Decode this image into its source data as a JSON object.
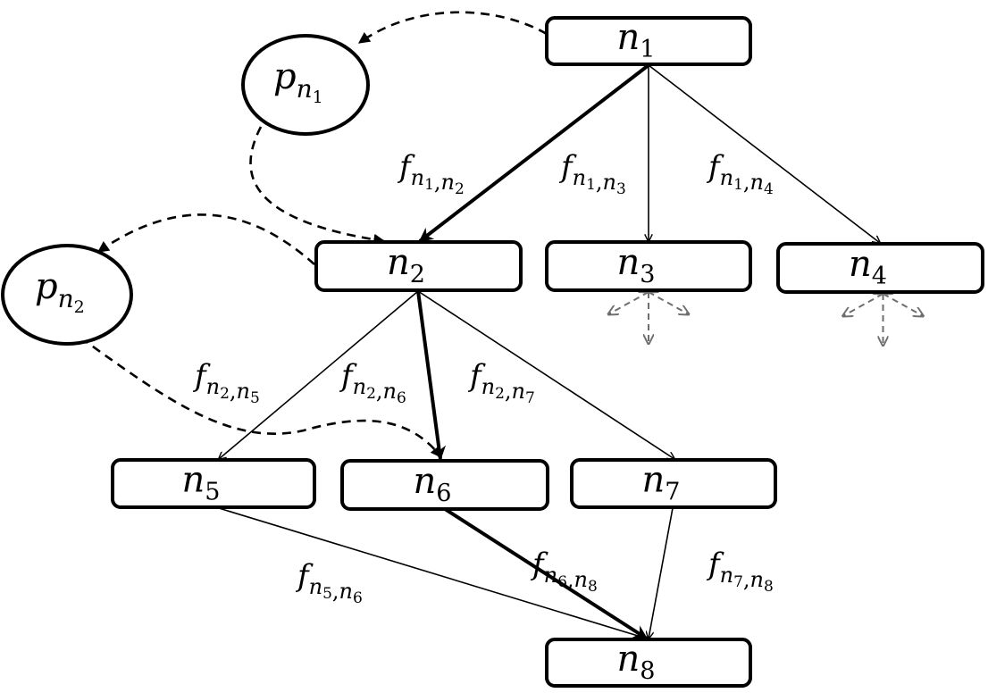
{
  "colors": {
    "line": "#000000",
    "ghost": "#6e6e6e",
    "background": "#ffffff"
  },
  "nodes": [
    {
      "id": "n1",
      "base": "n",
      "sub": "1"
    },
    {
      "id": "n2",
      "base": "n",
      "sub": "2"
    },
    {
      "id": "n3",
      "base": "n",
      "sub": "3"
    },
    {
      "id": "n4",
      "base": "n",
      "sub": "4"
    },
    {
      "id": "n5",
      "base": "n",
      "sub": "5"
    },
    {
      "id": "n6",
      "base": "n",
      "sub": "6"
    },
    {
      "id": "n7",
      "base": "n",
      "sub": "7"
    },
    {
      "id": "n8",
      "base": "n",
      "sub": "8"
    }
  ],
  "policies": [
    {
      "id": "p1",
      "base": "p",
      "sub": "n",
      "subsub": "1"
    },
    {
      "id": "p2",
      "base": "p",
      "sub": "n",
      "subsub": "2"
    }
  ],
  "edges": [
    {
      "from": "n1",
      "to": "n2",
      "bold": true,
      "label": {
        "base": "f",
        "subs": [
          [
            "n",
            "1"
          ],
          [
            "n",
            "2"
          ]
        ]
      }
    },
    {
      "from": "n1",
      "to": "n3",
      "bold": false,
      "label": {
        "base": "f",
        "subs": [
          [
            "n",
            "1"
          ],
          [
            "n",
            "3"
          ]
        ]
      }
    },
    {
      "from": "n1",
      "to": "n4",
      "bold": false,
      "label": {
        "base": "f",
        "subs": [
          [
            "n",
            "1"
          ],
          [
            "n",
            "4"
          ]
        ]
      }
    },
    {
      "from": "n2",
      "to": "n5",
      "bold": false,
      "label": {
        "base": "f",
        "subs": [
          [
            "n",
            "2"
          ],
          [
            "n",
            "5"
          ]
        ]
      }
    },
    {
      "from": "n2",
      "to": "n6",
      "bold": true,
      "label": {
        "base": "f",
        "subs": [
          [
            "n",
            "2"
          ],
          [
            "n",
            "6"
          ]
        ]
      }
    },
    {
      "from": "n2",
      "to": "n7",
      "bold": false,
      "label": {
        "base": "f",
        "subs": [
          [
            "n",
            "2"
          ],
          [
            "n",
            "7"
          ]
        ]
      }
    },
    {
      "from": "n5",
      "to": "n8",
      "bold": false,
      "label": {
        "base": "f",
        "subs": [
          [
            "n",
            "5"
          ],
          [
            "n",
            "6"
          ]
        ]
      }
    },
    {
      "from": "n6",
      "to": "n8",
      "bold": true,
      "label": {
        "base": "f",
        "subs": [
          [
            "n",
            "6"
          ],
          [
            "n",
            "8"
          ]
        ]
      }
    },
    {
      "from": "n7",
      "to": "n8",
      "bold": false,
      "label": {
        "base": "f",
        "subs": [
          [
            "n",
            "7"
          ],
          [
            "n",
            "8"
          ]
        ]
      }
    }
  ],
  "dashed_links": [
    {
      "from": "n1",
      "to": "p1"
    },
    {
      "from": "p1",
      "to": "n2"
    },
    {
      "from": "n2",
      "to": "p2"
    },
    {
      "from": "p2",
      "to": "n6"
    }
  ],
  "unexpanded_children": [
    "n3",
    "n4"
  ]
}
